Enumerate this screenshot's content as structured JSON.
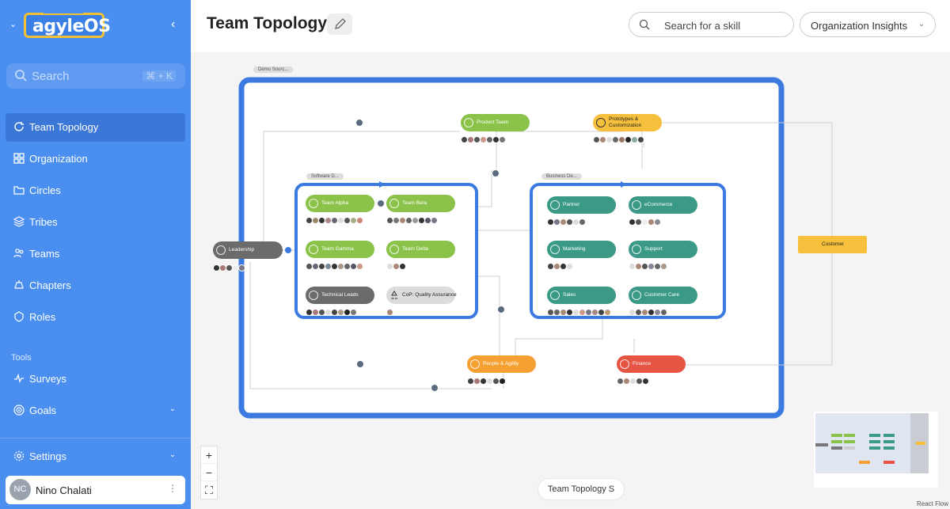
{
  "sidebar": {
    "logo_text": "agyleOS",
    "search_label": "Search",
    "search_shortcut": "⌘ + K",
    "nav": [
      {
        "label": "Team Topology",
        "icon": "refresh-icon",
        "active": true
      },
      {
        "label": "Organization",
        "icon": "grid-icon"
      },
      {
        "label": "Circles",
        "icon": "folder-icon"
      },
      {
        "label": "Tribes",
        "icon": "layers-icon"
      },
      {
        "label": "Teams",
        "icon": "people-icon"
      },
      {
        "label": "Chapters",
        "icon": "stack-icon"
      },
      {
        "label": "Roles",
        "icon": "badge-icon"
      }
    ],
    "tools_label": "Tools",
    "tools": [
      {
        "label": "Surveys",
        "icon": "pulse-icon"
      },
      {
        "label": "Goals",
        "icon": "target-icon"
      }
    ],
    "settings_label": "Settings",
    "user": {
      "initials": "NC",
      "name": "Nino Chalati"
    }
  },
  "header": {
    "title": "Team Topology",
    "skill_search_placeholder": "Search for a skill",
    "insights_label": "Organization Insights"
  },
  "canvas": {
    "groups": {
      "demo": "Demo Sourc...",
      "software": "Software D...",
      "business": "Business De..."
    },
    "nodes": {
      "product_team": "Product Team",
      "prototypes": [
        "Prototypes &",
        "Customization"
      ],
      "leadership": "Leadership",
      "team_alpha": "Team Alpha",
      "team_beta": "Team Beta",
      "team_gamma": "Team Gamma",
      "team_delta": "Team Delta",
      "technical_leads": "Technical Leads",
      "cop_qa": "CoP: Quality Assurance",
      "partner": "Partner",
      "ecommerce": "eCommerce",
      "marketing": "Marketing",
      "support": "Support",
      "sales": "Sales",
      "customer_care": "Customer Care",
      "customer": "Customer",
      "people_agility": "People & Agility",
      "finance": "Finance"
    },
    "colors": {
      "green": "#8bc34a",
      "teal": "#3a9a85",
      "gray": "#6b6b6b",
      "yellow": "#f7c03c",
      "orange": "#f5a033",
      "red": "#e65443",
      "frame": "#3b7ae0"
    },
    "view_label": "Team Topology S",
    "attribution": "React Flow"
  }
}
